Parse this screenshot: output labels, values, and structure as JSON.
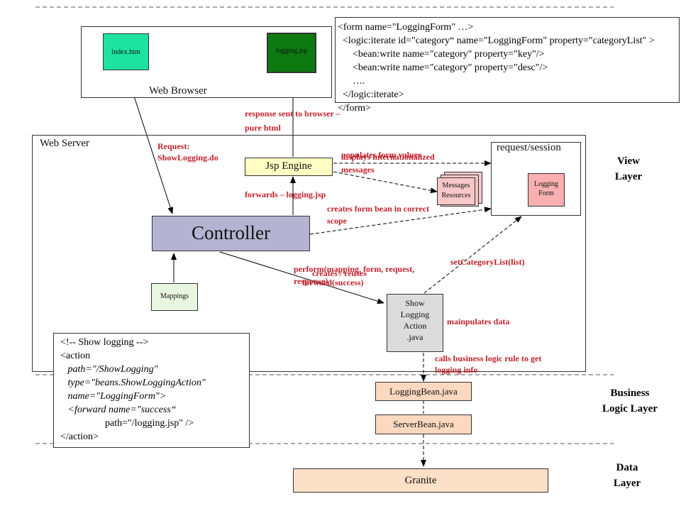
{
  "browser": {
    "label": "Web Browser",
    "index_file": "index.htm",
    "logging_jsp": "logging.jsp"
  },
  "jsp_code": [
    "<form name=\"LoggingForm\" …>",
    "  <logic:iterate id=\"category“ name=\"LoggingForm\" property=\"categoryList\" >",
    "      <bean:write name=\"category\" property=\"key\"/>",
    "      <bean:write name=\"category\" property=\"desc\"/>",
    "      ….",
    "  </logic:iterate>",
    "</form>"
  ],
  "server": {
    "label": "Web Server",
    "jsp_engine": "Jsp Engine",
    "controller": "Controller",
    "mappings": "Mappings",
    "request_session": "request/session",
    "logging_form": "Logging Form",
    "messages_resources": "Messages Resources",
    "show_action": "Show Logging Action .java"
  },
  "annotations": {
    "response_sent": "response sent to browser – pure html",
    "request": "Request: ShowLogging.do",
    "populates_form": "populates form values",
    "displays_messages": "displays internationalized messages",
    "forwards": "forwards – logging.jsp",
    "creates_form_bean": "creates form bean in correct scope",
    "perform": "perform(mapping, form, request, response)",
    "creates_reuses": "creates / reuses",
    "forward_success": "forward(success)",
    "set_category": "setCategoryList(list)",
    "manipulates": "mainpulates data",
    "calls_business": "calls business logic rule to get logging info"
  },
  "action_code": [
    "<!-- Show logging -->",
    "<action",
    "   path=\"/ShowLogging\"",
    "   type=\"beans.ShowLoggingAction\"",
    "   name=\"LoggingForm\">",
    "   <forward name=\"success“",
    "                  path=\"/logging.jsp\" />",
    "</action>"
  ],
  "beans": {
    "logging_bean": "LoggingBean.java",
    "server_bean": "ServerBean.java",
    "granite": "Granite"
  },
  "layers": {
    "view": "View Layer",
    "business": "Business Logic Layer",
    "data": "Data Layer"
  },
  "colors": {
    "annotation_red": "#c0212b",
    "index_green": "#1ee3a0",
    "jsp_green": "#0c7a10",
    "jsp_engine_yellow": "#ffffc4",
    "controller_lavender": "#b4b4d2",
    "mappings_mint": "#e8f6e0",
    "logging_form_pink": "#f8b0b0",
    "messages_pink": "#f8c8c8",
    "action_gray": "#dcdcdc",
    "bean_peach": "#fcd8c0",
    "granite_peach": "#fde0c8"
  }
}
